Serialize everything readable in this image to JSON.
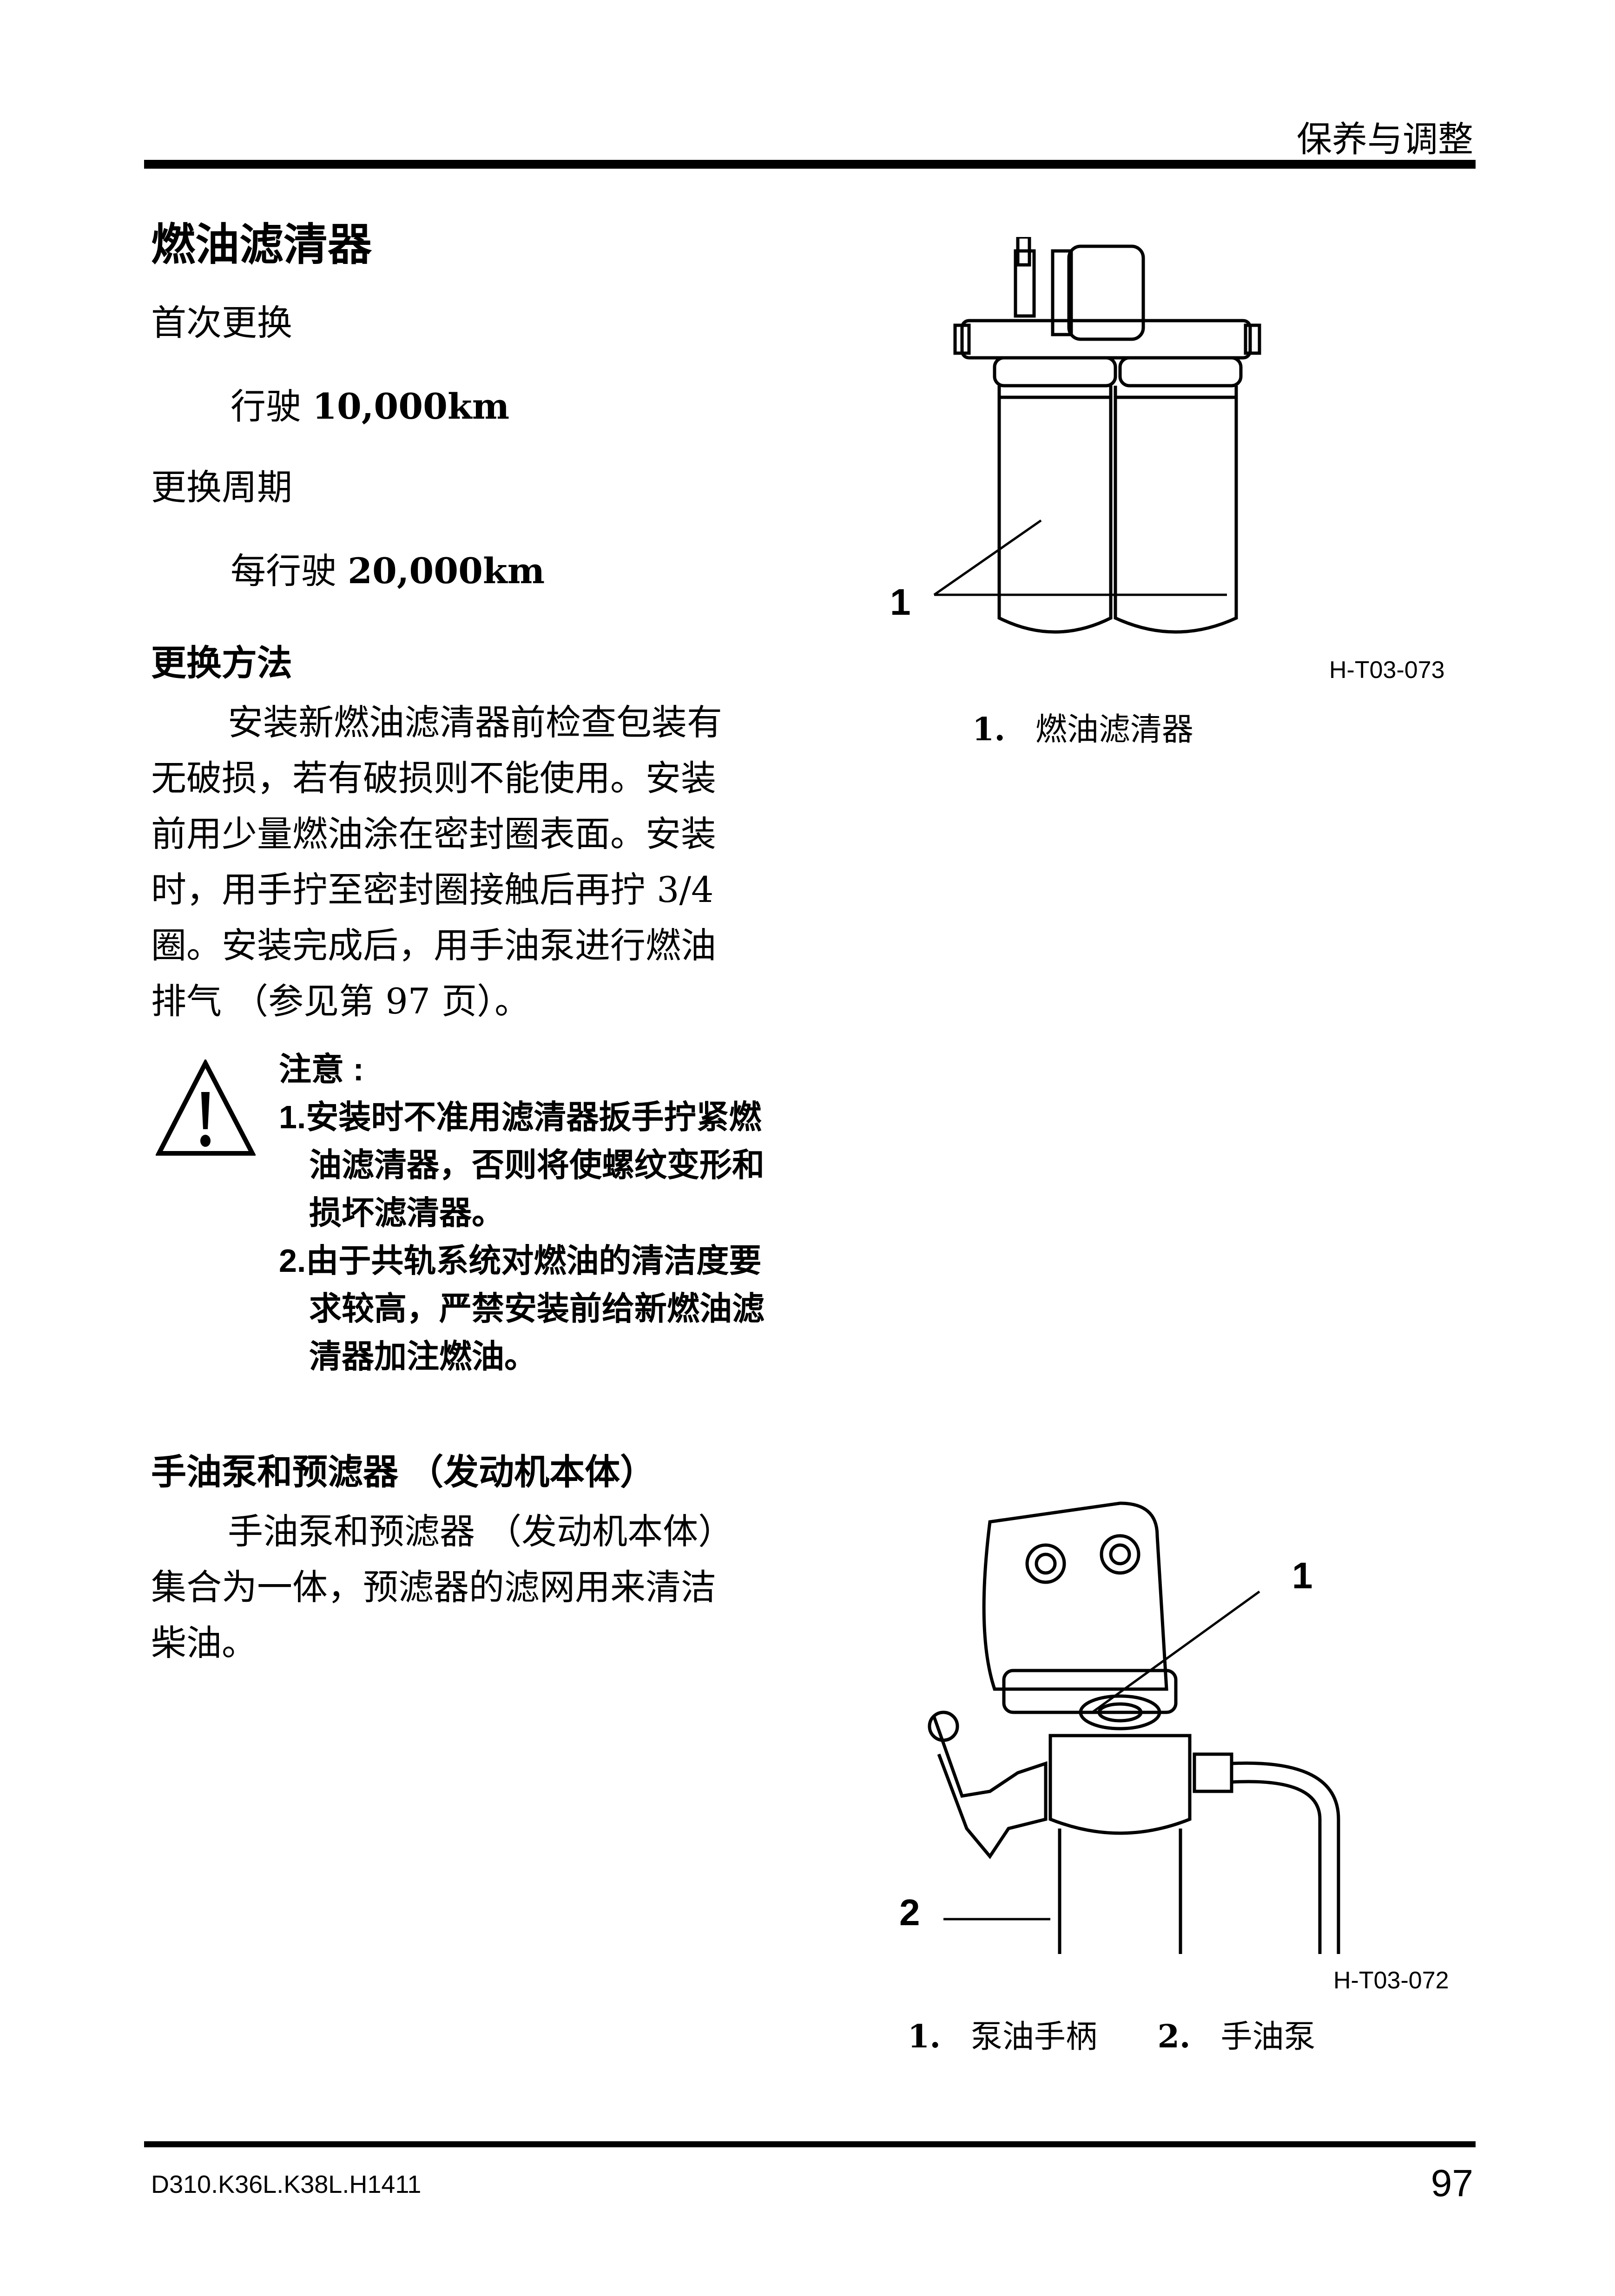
{
  "header": {
    "section": "保养与调整"
  },
  "title": "燃油滤清器",
  "first_change": {
    "label": "首次更换",
    "prefix": "行驶",
    "value": "10,000km"
  },
  "interval": {
    "label": "更换周期",
    "prefix": "每行驶",
    "value": "20,000km"
  },
  "method": {
    "heading": "更换方法",
    "lines": [
      "安装新燃油滤清器前检查包装有",
      "无破损，若有破损则不能使用。安装",
      "前用少量燃油涂在密封圈表面。安装",
      "时，用手拧至密封圈接触后再拧 3/4",
      "圈。安装完成后，用手油泵进行燃油",
      "排气 （参见第 97 页）。"
    ]
  },
  "caution": {
    "icon": "warning-triangle-icon",
    "title": "注意 :",
    "items": [
      "1.安装时不准用滤清器扳手拧紧燃油滤清器，否则将使螺纹变形和损坏滤清器。",
      "2.由于共轨系统对燃油的清洁度要求较高，严禁安装前给新燃油滤清器加注燃油。"
    ]
  },
  "pump": {
    "heading": "手油泵和预滤器 （发动机本体）",
    "lines": [
      "手油泵和预滤器 （发动机本体）",
      "集合为一体，预滤器的滤网用来清洁",
      "柴油。"
    ]
  },
  "figure1": {
    "callout": "1",
    "code": "H-T03-073",
    "caption_num": "1.",
    "caption": "燃油滤清器"
  },
  "figure2": {
    "callout1": "1",
    "callout2": "2",
    "code": "H-T03-072",
    "caption": [
      {
        "num": "1.",
        "text": "泵油手柄"
      },
      {
        "num": "2.",
        "text": "手油泵"
      }
    ]
  },
  "footer": {
    "doc_code": "D310.K36L.K38L.H1411",
    "page": "97"
  }
}
